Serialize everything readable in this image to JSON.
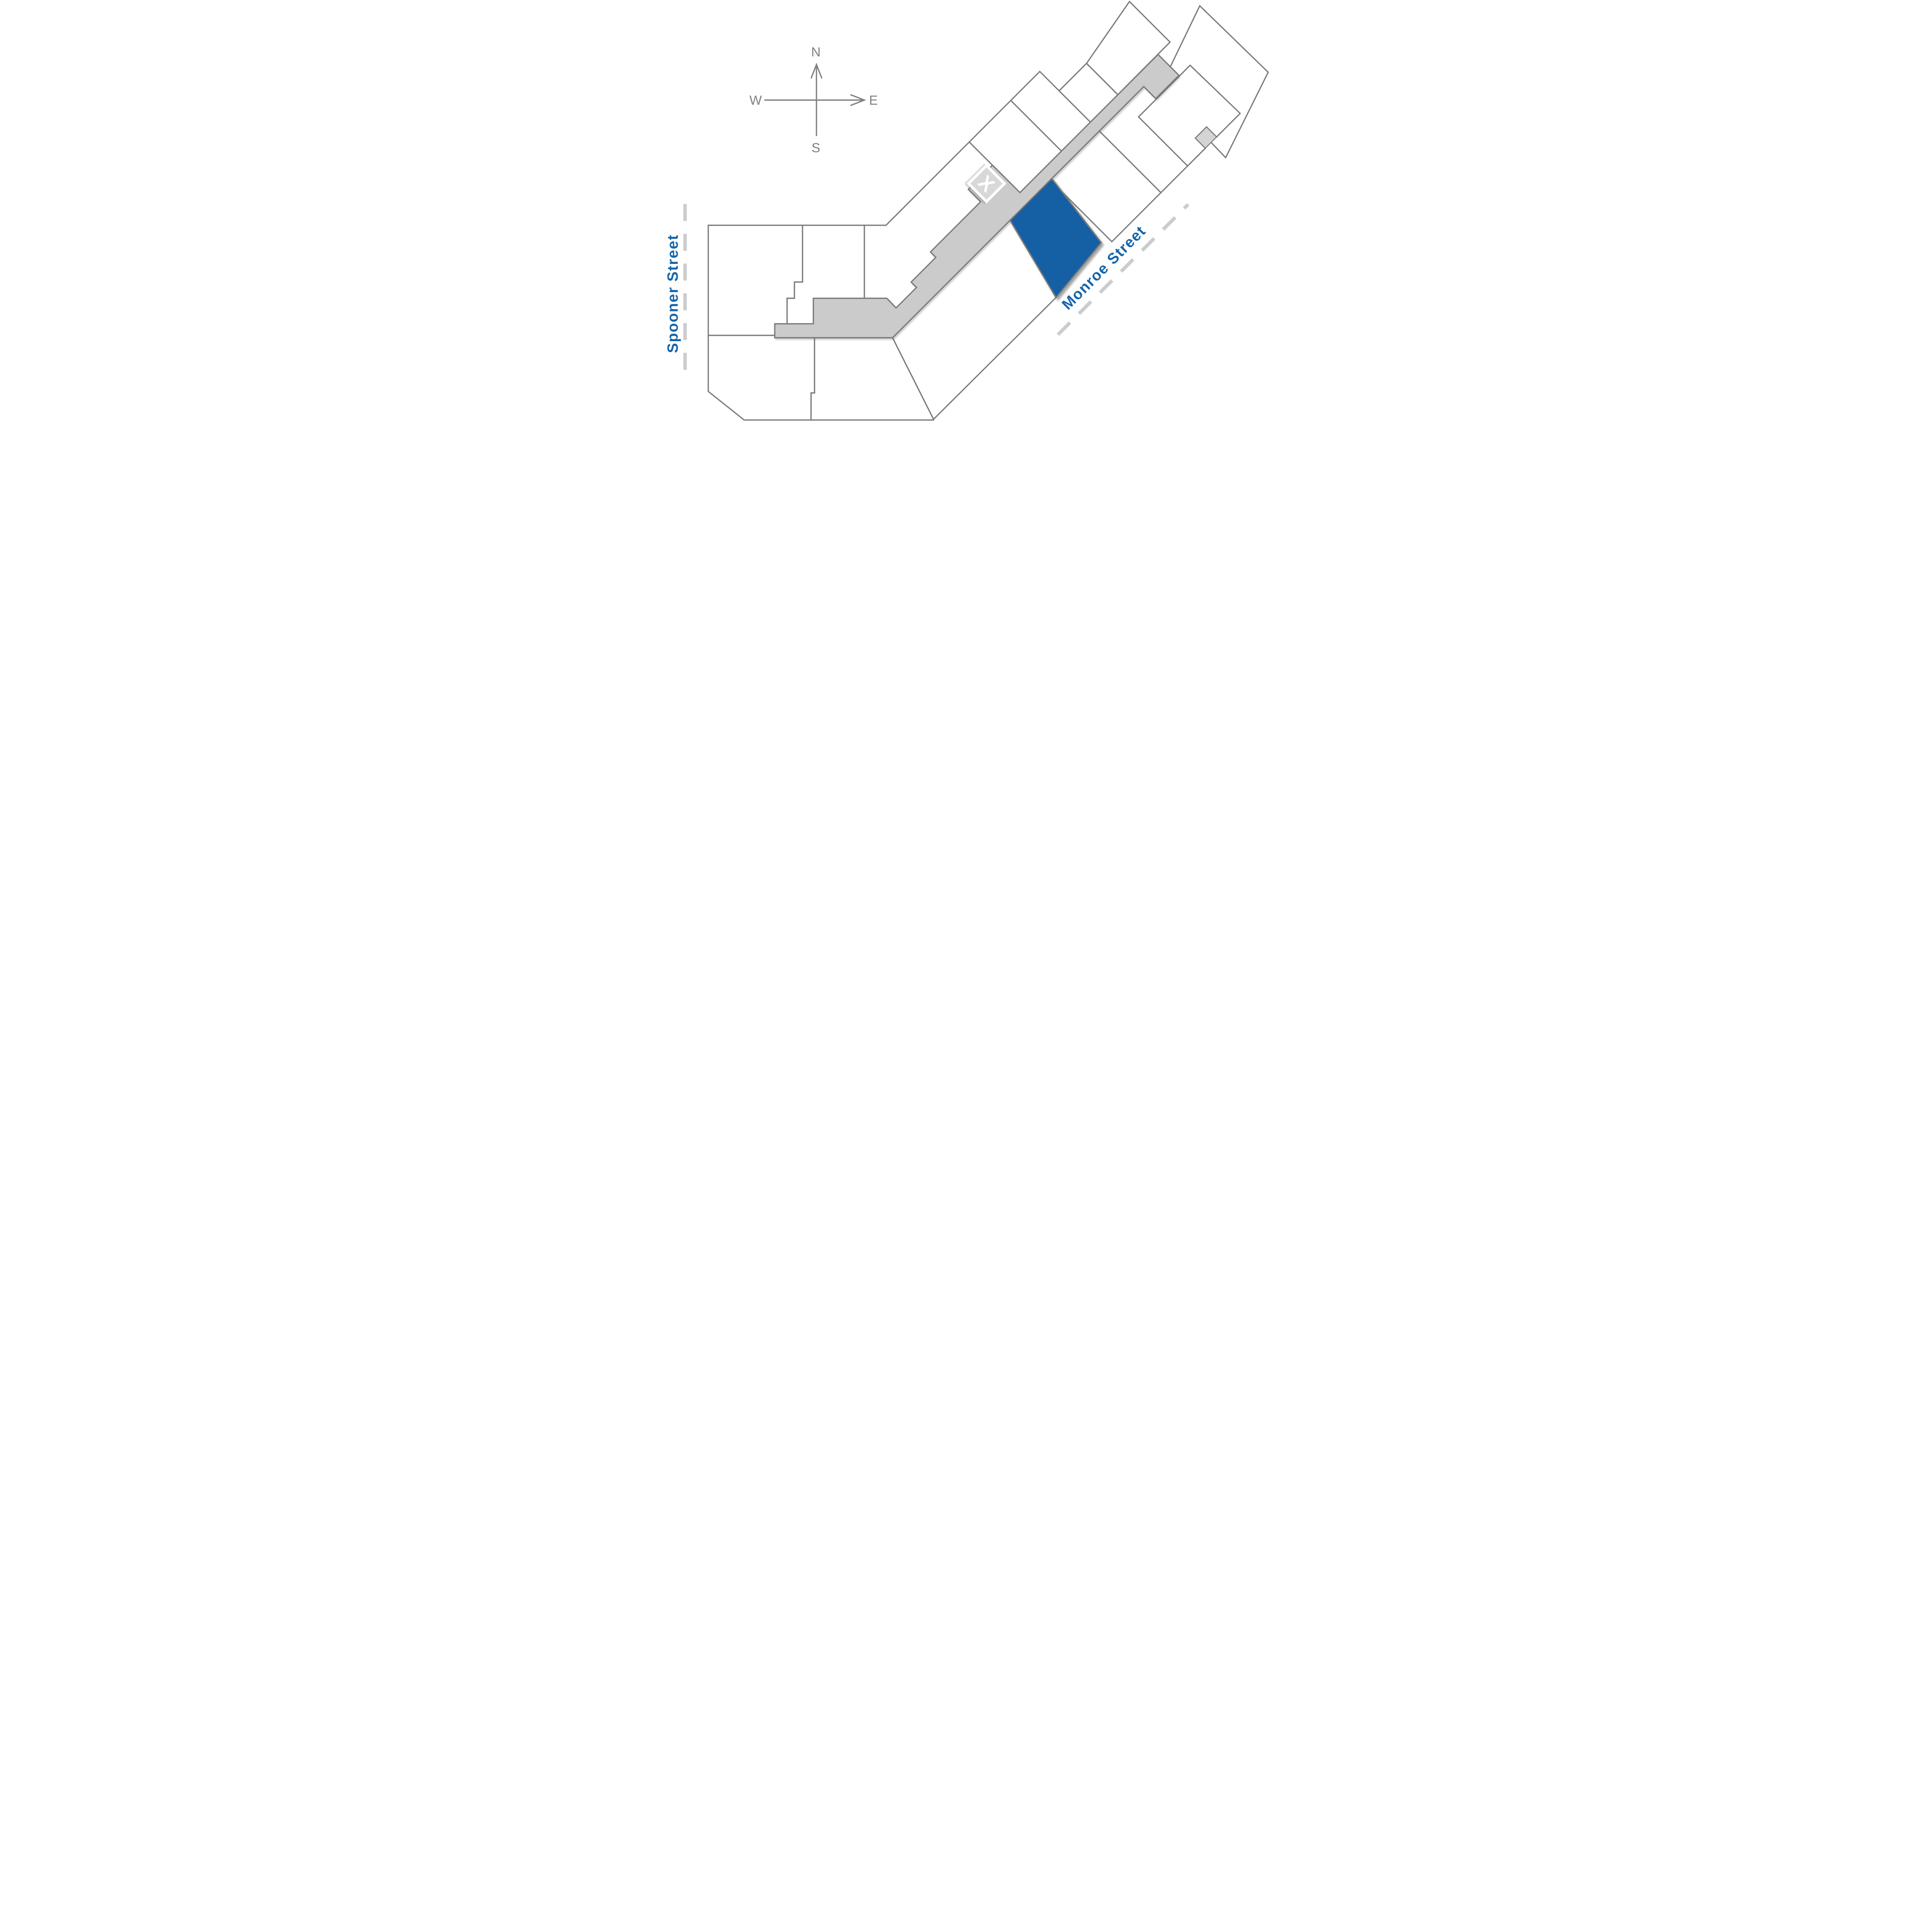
{
  "compass": {
    "n": "N",
    "s": "S",
    "e": "E",
    "w": "W"
  },
  "streets": {
    "west": {
      "name": "Spooner Street",
      "orientation": "vertical"
    },
    "southeast": {
      "name": "Monroe Street",
      "orientation": "diagonal-45"
    }
  },
  "marker": {
    "symbol": "X"
  },
  "units": {
    "white_count": 14,
    "highlighted_count": 1
  },
  "colors": {
    "highlight_unit": "#155FA5",
    "street_label": "#1565AA",
    "walkway": "#cbcbcb",
    "unit_outline": "#7a7a7a",
    "dashed_street": "#cacccd",
    "compass": "#828282",
    "background": "#ffffff"
  }
}
